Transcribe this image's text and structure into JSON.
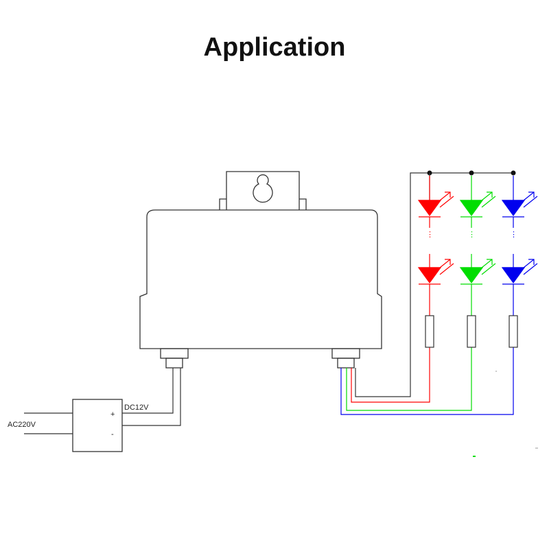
{
  "title": "Application",
  "labels": {
    "ac_input": "AC220V",
    "dc_output": "DC12V",
    "plus": "+",
    "minus": "-"
  },
  "colors": {
    "red": "#ff0000",
    "green": "#00dd00",
    "blue": "#0000ee",
    "line": "#333333"
  },
  "led_channels": [
    {
      "name": "red-channel",
      "color": "#ff0000"
    },
    {
      "name": "green-channel",
      "color": "#00dd00"
    },
    {
      "name": "blue-channel",
      "color": "#0000ee"
    }
  ]
}
